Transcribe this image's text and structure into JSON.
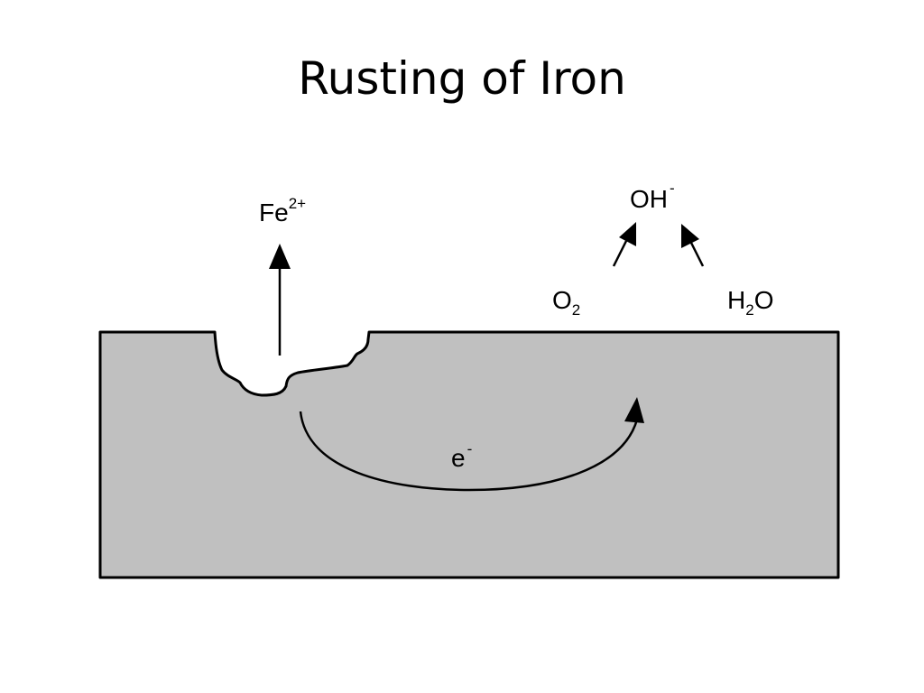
{
  "title": "Rusting of Iron",
  "colors": {
    "metal_fill": "#c0c0c0",
    "outline": "#000000",
    "background": "#ffffff"
  },
  "labels": {
    "iron_ion": {
      "base": "Fe",
      "superscript": "2+"
    },
    "hydroxide": {
      "base": "OH",
      "superscript": "-"
    },
    "oxygen": {
      "base": "O",
      "subscript": "2"
    },
    "water": {
      "pre": "H",
      "subscript": "2",
      "post": "O"
    },
    "electron": {
      "base": "e",
      "superscript": "-"
    }
  }
}
